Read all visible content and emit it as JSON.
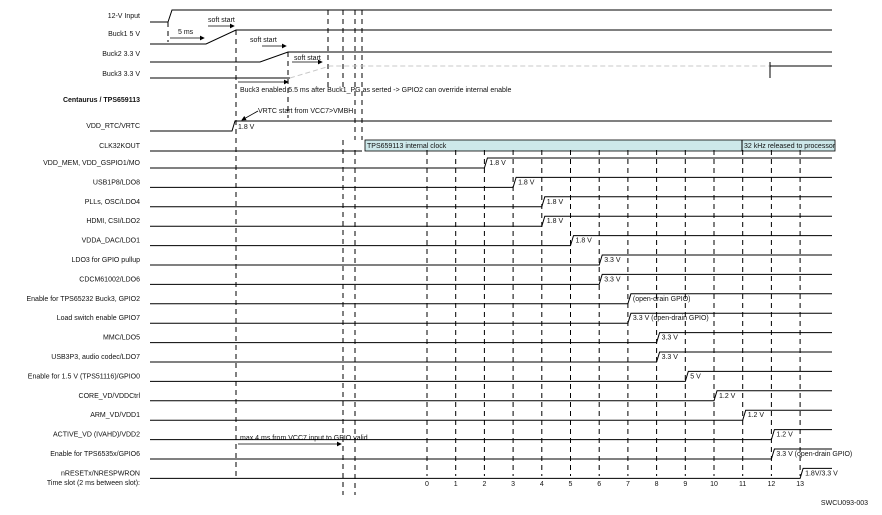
{
  "supply": {
    "input_label": "12-V Input",
    "buck1_label": "Buck1 5 V",
    "buck2_label": "Buck2 3.3 V",
    "buck3_label": "Buck3 3.3 V",
    "delay_label": "5 ms",
    "soft_start_label": "soft start"
  },
  "notes": {
    "buck3_note": "Buck3 enabled 5.5 ms after Buck1_PG as serted -> GPIO2 can override internal enable",
    "vrtc_note": "VRTC start from VCC7>VMBH",
    "max4_note": "max 4 ms from VCC7 input to GPIO valid",
    "doc_id": "SWCU093-003"
  },
  "section_title": "Centaurus / TPS659113",
  "clock": {
    "label": "CLK32KOUT",
    "internal_label": "TPS659113 internal clock",
    "released_label": "32 kHz released to processor",
    "fill_color": "#cde8ea"
  },
  "rtc": {
    "label": "VDD_RTC/VRTC",
    "voltage": "1.8 V"
  },
  "rails": [
    {
      "label": "VDD_MEM, VDD_GSPIO1/MO",
      "voltage": "1.8 V",
      "slot": 2
    },
    {
      "label": "USB1P8/LDO8",
      "voltage": "1.8 V",
      "slot": 3
    },
    {
      "label": "PLLs, OSC/LDO4",
      "voltage": "1.8 V",
      "slot": 4
    },
    {
      "label": "HDMI, CSI/LDO2",
      "voltage": "1.8 V",
      "slot": 4
    },
    {
      "label": "VDDA_DAC/LDO1",
      "voltage": "1.8 V",
      "slot": 5
    },
    {
      "label": "LDO3 for GPIO pullup",
      "voltage": "3.3 V",
      "slot": 6
    },
    {
      "label": "CDCM61002/LDO6",
      "voltage": "3.3 V",
      "slot": 6
    },
    {
      "label": "Enable for TPS65232 Buck3, GPIO2",
      "voltage": "(open-drain GPIO)",
      "slot": 7
    },
    {
      "label": "Load switch enable GPIO7",
      "voltage": "3.3 V (open-drain GPIO)",
      "slot": 7
    },
    {
      "label": "MMC/LDO5",
      "voltage": "3.3 V",
      "slot": 8
    },
    {
      "label": "USB3P3, audio codec/LDO7",
      "voltage": "3.3 V",
      "slot": 8
    },
    {
      "label": "Enable for 1.5 V (TPS51116)/GPIO0",
      "voltage": "5 V",
      "slot": 9
    },
    {
      "label": "CORE_VD/VDDCtrl",
      "voltage": "1.2 V",
      "slot": 10
    },
    {
      "label": "ARM_VD/VDD1",
      "voltage": "1.2 V",
      "slot": 11
    },
    {
      "label": "ACTIVE_VD (IVAHD)/VDD2",
      "voltage": "1.2 V",
      "slot": 12
    },
    {
      "label": "Enable for TPS6535x/GPIO6",
      "voltage": "3.3 V (open-drain GPIO)",
      "slot": 12
    },
    {
      "label": "nRESETx/NRESPWRON",
      "voltage": "1.8V/3.3 V",
      "slot": 13
    }
  ],
  "time_axis": {
    "label": "Time slot (2 ms between slot):",
    "ticks": [
      "0",
      "1",
      "2",
      "3",
      "4",
      "5",
      "6",
      "7",
      "8",
      "9",
      "10",
      "11",
      "12",
      "13"
    ]
  }
}
